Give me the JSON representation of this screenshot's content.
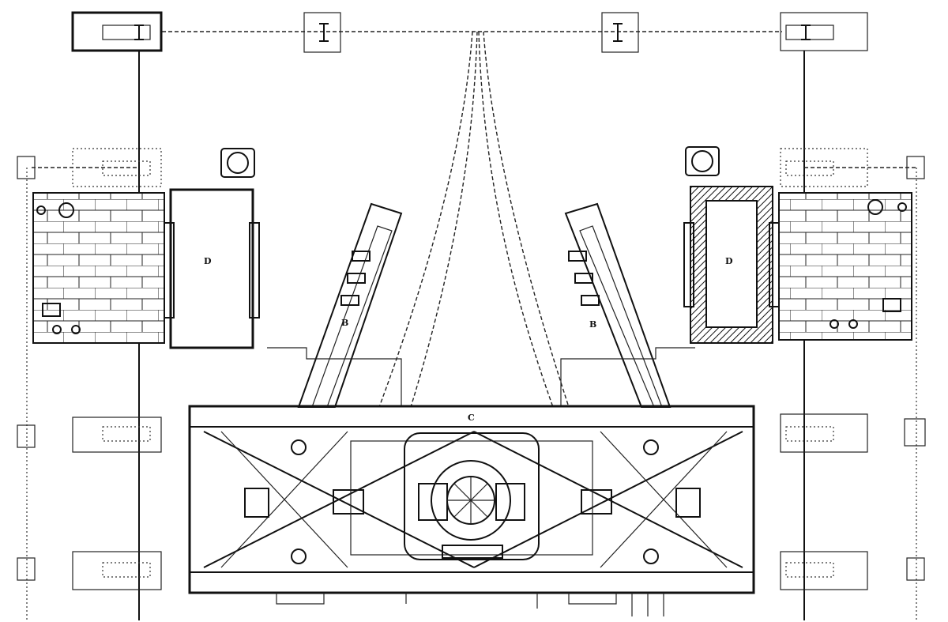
{
  "labels": {
    "table_label": "C",
    "arm_left_label": "B",
    "arm_right_label": "B",
    "furnace_left_label": "D",
    "furnace_right_label": "D"
  }
}
